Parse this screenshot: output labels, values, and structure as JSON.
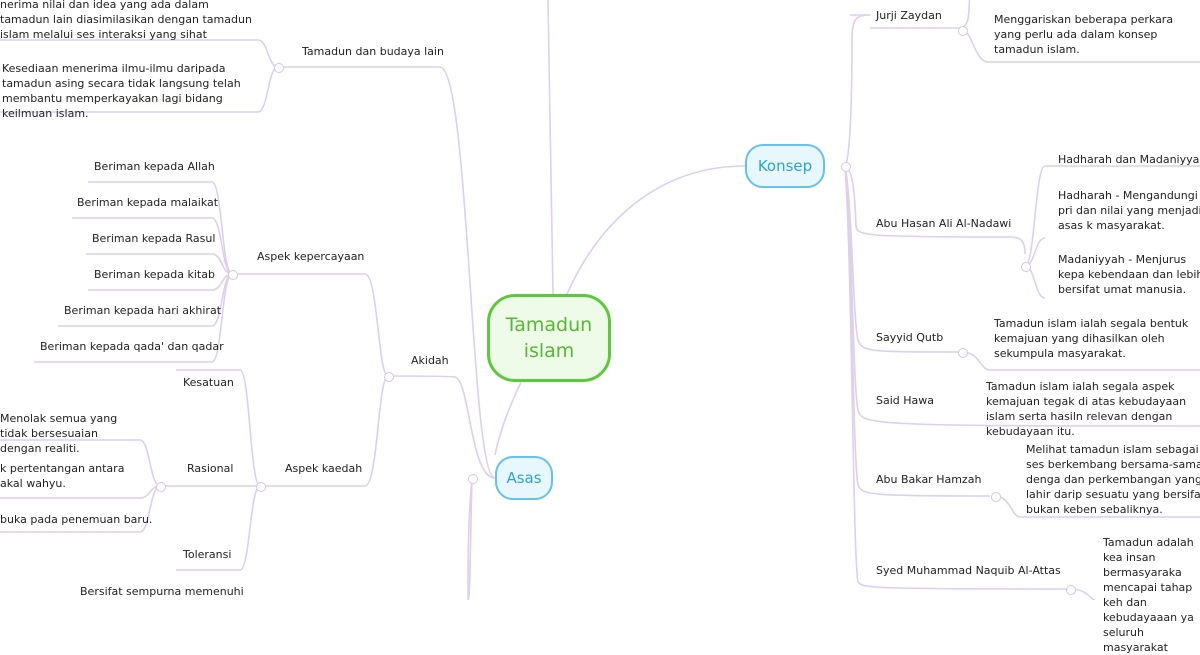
{
  "root": {
    "label": "Tamadun islam"
  },
  "konsep": {
    "label": "Konsep",
    "jurji": {
      "label": "Jurji Zaydan",
      "children": [
        "Menggariskan beberapa perkara yang perlu ada dalam konsep tamadun islam."
      ]
    },
    "nadawi": {
      "label": "Abu Hasan Ali Al-Nadawi",
      "children": [
        "Hadharah dan Madaniyyah",
        "Hadharah - Mengandungi pri dan nilai yang menjadi asas k masyarakat.",
        "Madaniyyah - Menjurus kepa kebendaan dan lebih bersifat umat manusia."
      ]
    },
    "qutb": {
      "label": "Sayyid Qutb",
      "children": [
        "Tamadun islam ialah segala bentuk kemajuan yang dihasilkan oleh sekumpula masyarakat."
      ]
    },
    "hawa": {
      "label": "Said Hawa",
      "children": [
        "Tamadun islam ialah segala aspek kemajuan tegak di atas kebudayaan islam serta hasiln relevan dengan kebudayaan itu."
      ]
    },
    "hamzah": {
      "label": "Abu Bakar Hamzah",
      "children": [
        "Melihat tamadun islam sebagai ses berkembang bersama-sama denga dan perkembangan yang lahir darip sesuatu yang bersifat bukan keben sebaliknya."
      ]
    },
    "attas": {
      "label": "Syed Muhammad Naquib Al-Attas",
      "children": [
        "Tamadun adalah kea insan bermasyaraka mencapai tahap keh dan kebudayaaan ya seluruh masyarakat"
      ]
    }
  },
  "asas": {
    "label": "Asas",
    "tamadun_lain": {
      "label": "Tamadun dan budaya lain",
      "children": [
        "nerima nilai dan idea yang ada dalam tamadun lain diasimilasikan dengan tamadun islam melalui ses interaksi yang sihat",
        "Kesediaan menerima ilmu-ilmu daripada tamadun asing secara tidak langsung telah membantu memperkayakan lagi bidang keilmuan islam."
      ]
    },
    "akidah": {
      "label": "Akidah",
      "kepercayaan": {
        "label": "Aspek kepercayaan",
        "children": [
          "Beriman kepada Allah",
          "Beriman kepada malaikat",
          "Beriman kepada Rasul",
          "Beriman kepada kitab",
          "Beriman kepada hari akhirat",
          "Beriman kepada qada' dan qadar"
        ]
      },
      "kaedah": {
        "label": "Aspek kaedah",
        "kesatuan": "Kesatuan",
        "rasional": {
          "label": "Rasional",
          "children": [
            "Menolak semua yang tidak bersesuaian dengan realiti.",
            "k pertentangan antara akal wahyu.",
            "buka pada penemuan baru."
          ]
        },
        "toleransi": "Toleransi"
      }
    },
    "syariah_partial": "Bersifat sempurna memenuhi"
  }
}
